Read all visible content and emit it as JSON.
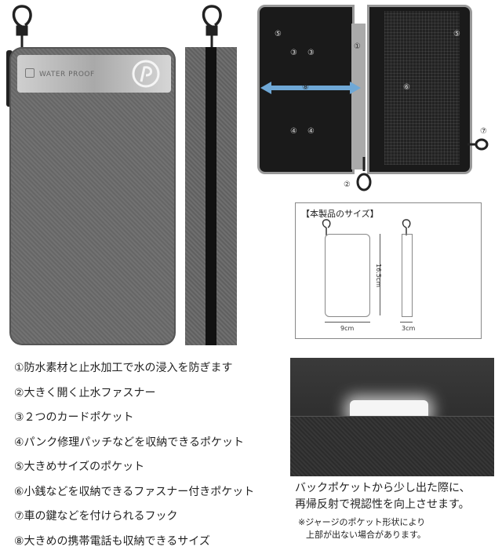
{
  "front": {
    "plate_text": "WATER PROOF"
  },
  "open_view": {
    "labels": {
      "n5a": "⑤",
      "n3a": "③",
      "n3b": "③",
      "n8": "⑧",
      "n4a": "④",
      "n4b": "④",
      "n1": "①",
      "n6": "⑥",
      "n5b": "⑤",
      "n7": "⑦",
      "n2": "②"
    }
  },
  "size": {
    "title": "【本製品のサイズ】",
    "height": "16.5cm",
    "width": "9cm",
    "depth": "3cm"
  },
  "features": [
    "①防水素材と止水加工で水の浸入を防ぎます",
    "②大きく開く止水ファスナー",
    "③２つのカードポケット",
    "④パンク修理パッチなどを収納できるポケット",
    "⑤大きめサイズのポケット",
    "⑥小銭などを収納できるファスナー付きポケット",
    "⑦車の鍵などを付けられるフック",
    "⑧大きめの携帯電話も収納できるサイズ"
  ],
  "caption": {
    "line1": "バックポケットから少し出た際に、",
    "line2": "再帰反射で視認性を向上させます。"
  },
  "note": {
    "line1": "※ジャージのポケット形状により",
    "line2": "上部が出ない場合があります。"
  },
  "colors": {
    "accent_arrow": "#6fa8d6"
  }
}
